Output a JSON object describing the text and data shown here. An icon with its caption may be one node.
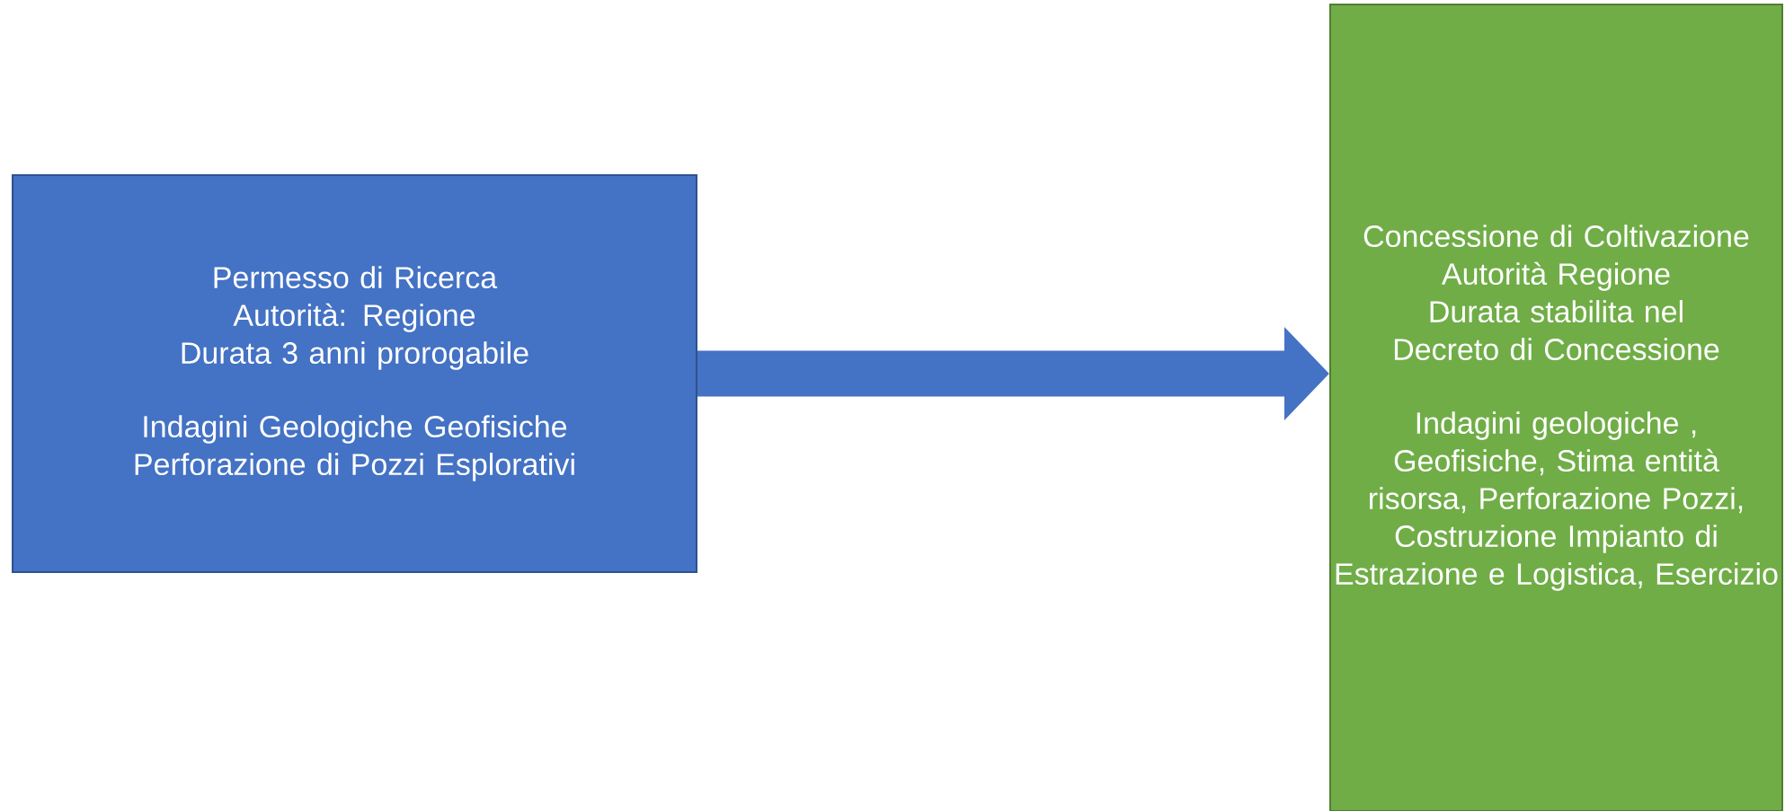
{
  "diagram": {
    "nodes": [
      {
        "text": [
          "Permesso di Ricerca",
          "Autorità: Regione",
          "Durata 3 anni prorogabile",
          "Indagini Geologiche Geofisiche",
          "Perforazione di Pozzi Esplorativi"
        ]
      },
      {
        "text": [
          "Concessione di Coltivazione",
          "Autorità Regione",
          "Durata stabilita nel Decreto di Concessione",
          "Indagini geologiche , Geofisiche, Stima entità risorsa,  Perforazione Pozzi, Costruzione Impianto di Estrazione e Logistica, Esercizio"
        ]
      }
    ],
    "edges": [
      {
        "from": 0,
        "to": 1,
        "arrow": "to"
      }
    ]
  }
}
